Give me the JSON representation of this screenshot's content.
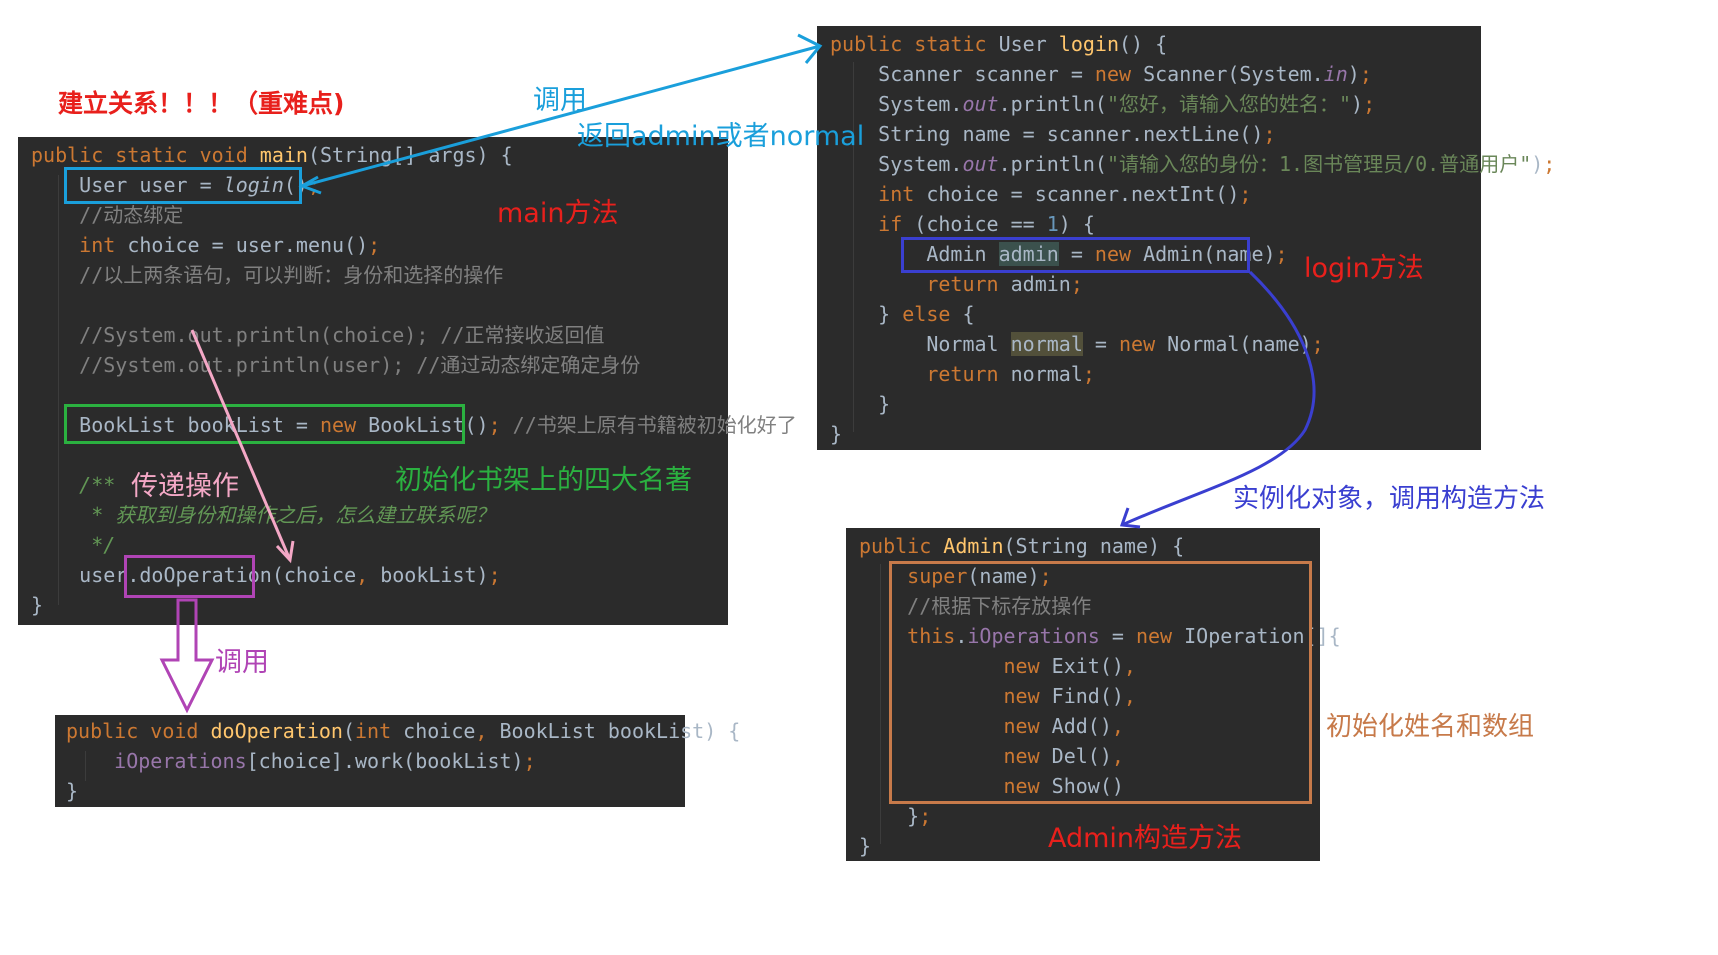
{
  "annotations": {
    "title": "建立关系！！！（重难点)",
    "call_top": "调用",
    "return_text": "返回admin或者normal",
    "main_method": "main方法",
    "init_shelf": "初始化书架上的四大名著",
    "pass_op": "传递操作",
    "call_bottom": "调用",
    "login_method": "login方法",
    "instantiate": "实例化对象，调用构造方法",
    "init_name_array": "初始化姓名和数组",
    "admin_ctor": "Admin构造方法"
  },
  "colors": {
    "editor_bg": "#2b2b2b",
    "red": "#e8201c",
    "cyan": "#1a9fdb",
    "green": "#2bb140",
    "purple": "#b044b5",
    "pink": "#f4a8c6",
    "blue": "#3a3fd0",
    "brown": "#c77a4a"
  },
  "code": {
    "main": [
      {
        "tokens": [
          {
            "t": "public static void ",
            "c": "kw"
          },
          {
            "t": "main",
            "c": "fn"
          },
          {
            "t": "(String[] args) {"
          }
        ]
      },
      {
        "tokens": [
          {
            "t": "    User user = "
          },
          {
            "t": "login",
            "c": "it"
          },
          {
            "t": "()"
          },
          {
            "t": ";",
            "c": "kw"
          }
        ]
      },
      {
        "tokens": [
          {
            "t": "    //动态绑定",
            "c": "cm"
          }
        ]
      },
      {
        "tokens": [
          {
            "t": "    "
          },
          {
            "t": "int ",
            "c": "kw"
          },
          {
            "t": "choice = user.menu()"
          },
          {
            "t": ";",
            "c": "kw"
          }
        ]
      },
      {
        "tokens": [
          {
            "t": "    //以上两条语句，可以判断：身份和选择的操作",
            "c": "cm"
          }
        ]
      },
      {
        "tokens": [
          {
            "t": ""
          }
        ]
      },
      {
        "tokens": [
          {
            "t": "    //System.out.println(choice); //正常接收返回值",
            "c": "cm"
          }
        ]
      },
      {
        "tokens": [
          {
            "t": "    //System.out.println(user); //通过动态绑定确定身份",
            "c": "cm"
          }
        ]
      },
      {
        "tokens": [
          {
            "t": ""
          }
        ]
      },
      {
        "tokens": [
          {
            "t": "    BookList bookList = "
          },
          {
            "t": "new ",
            "c": "kw"
          },
          {
            "t": "BookList()"
          },
          {
            "t": ";",
            "c": "kw"
          },
          {
            "t": " //书架上原有书籍被初始化好了",
            "c": "cm"
          }
        ]
      },
      {
        "tokens": [
          {
            "t": ""
          }
        ]
      },
      {
        "tokens": [
          {
            "t": "    "
          },
          {
            "t": "/**",
            "c": "doc"
          }
        ]
      },
      {
        "tokens": [
          {
            "t": "     * 获取到身份和操作之后，怎么建立联系呢？",
            "c": "doc"
          }
        ]
      },
      {
        "tokens": [
          {
            "t": "     */",
            "c": "doc"
          }
        ]
      },
      {
        "tokens": [
          {
            "t": "    user.doOperation(choice"
          },
          {
            "t": ", ",
            "c": "kw"
          },
          {
            "t": "bookList)"
          },
          {
            "t": ";",
            "c": "kw"
          }
        ]
      },
      {
        "tokens": [
          {
            "t": "}"
          }
        ]
      }
    ],
    "doop": [
      {
        "tokens": [
          {
            "t": "public void ",
            "c": "kw"
          },
          {
            "t": "doOperation",
            "c": "fn"
          },
          {
            "t": "("
          },
          {
            "t": "int ",
            "c": "kw"
          },
          {
            "t": "choice"
          },
          {
            "t": ", ",
            "c": "kw"
          },
          {
            "t": "BookList bookList) {"
          }
        ]
      },
      {
        "tokens": [
          {
            "t": "    "
          },
          {
            "t": "iOperations",
            "c": "fld"
          },
          {
            "t": "[choice].work(bookList)"
          },
          {
            "t": ";",
            "c": "kw"
          }
        ]
      },
      {
        "tokens": [
          {
            "t": "}"
          }
        ]
      }
    ],
    "login": [
      {
        "tokens": [
          {
            "t": "public static ",
            "c": "kw"
          },
          {
            "t": "User "
          },
          {
            "t": "login",
            "c": "fn"
          },
          {
            "t": "() {"
          }
        ]
      },
      {
        "tokens": [
          {
            "t": "    Scanner scanner = "
          },
          {
            "t": "new ",
            "c": "kw"
          },
          {
            "t": "Scanner(System."
          },
          {
            "t": "in",
            "c": "fi"
          },
          {
            "t": ")"
          },
          {
            "t": ";",
            "c": "kw"
          }
        ]
      },
      {
        "tokens": [
          {
            "t": "    System."
          },
          {
            "t": "out",
            "c": "fi"
          },
          {
            "t": ".println("
          },
          {
            "t": "\"您好，请输入您的姓名：\"",
            "c": "str"
          },
          {
            "t": ")"
          },
          {
            "t": ";",
            "c": "kw"
          }
        ]
      },
      {
        "tokens": [
          {
            "t": "    String name = scanner.nextLine()"
          },
          {
            "t": ";",
            "c": "kw"
          }
        ]
      },
      {
        "tokens": [
          {
            "t": "    System."
          },
          {
            "t": "out",
            "c": "fi"
          },
          {
            "t": ".println("
          },
          {
            "t": "\"请输入您的身份：1.图书管理员/0.普通用户\"",
            "c": "str"
          },
          {
            "t": ")"
          },
          {
            "t": ";",
            "c": "kw"
          }
        ]
      },
      {
        "tokens": [
          {
            "t": "    "
          },
          {
            "t": "int ",
            "c": "kw"
          },
          {
            "t": "choice = scanner.nextInt()"
          },
          {
            "t": ";",
            "c": "kw"
          }
        ]
      },
      {
        "tokens": [
          {
            "t": "    "
          },
          {
            "t": "if ",
            "c": "kw"
          },
          {
            "t": "(choice == "
          },
          {
            "t": "1",
            "c": "num"
          },
          {
            "t": ") {"
          }
        ]
      },
      {
        "tokens": [
          {
            "t": "        Admin "
          },
          {
            "t": "admin",
            "c": "hl"
          },
          {
            "t": " = "
          },
          {
            "t": "new ",
            "c": "kw"
          },
          {
            "t": "Admin(name)"
          },
          {
            "t": ";",
            "c": "kw"
          }
        ]
      },
      {
        "tokens": [
          {
            "t": "        "
          },
          {
            "t": "return ",
            "c": "kw"
          },
          {
            "t": "admin"
          },
          {
            "t": ";",
            "c": "kw"
          }
        ]
      },
      {
        "tokens": [
          {
            "t": "    } "
          },
          {
            "t": "else ",
            "c": "kw"
          },
          {
            "t": "{"
          }
        ]
      },
      {
        "tokens": [
          {
            "t": "        Normal "
          },
          {
            "t": "normal",
            "c": "hl2"
          },
          {
            "t": " = "
          },
          {
            "t": "new ",
            "c": "kw"
          },
          {
            "t": "Normal(name)"
          },
          {
            "t": ";",
            "c": "kw"
          }
        ]
      },
      {
        "tokens": [
          {
            "t": "        "
          },
          {
            "t": "return ",
            "c": "kw"
          },
          {
            "t": "normal"
          },
          {
            "t": ";",
            "c": "kw"
          }
        ]
      },
      {
        "tokens": [
          {
            "t": "    }"
          }
        ]
      },
      {
        "tokens": [
          {
            "t": "}"
          }
        ]
      }
    ],
    "admin": [
      {
        "tokens": [
          {
            "t": "public ",
            "c": "kw"
          },
          {
            "t": "Admin",
            "c": "fn"
          },
          {
            "t": "(String name) {"
          }
        ]
      },
      {
        "tokens": [
          {
            "t": "    "
          },
          {
            "t": "super",
            "c": "kw"
          },
          {
            "t": "(name)"
          },
          {
            "t": ";",
            "c": "kw"
          }
        ]
      },
      {
        "tokens": [
          {
            "t": "    //根据下标存放操作",
            "c": "cm"
          }
        ]
      },
      {
        "tokens": [
          {
            "t": "    "
          },
          {
            "t": "this",
            "c": "kw"
          },
          {
            "t": "."
          },
          {
            "t": "iOperations",
            "c": "fld"
          },
          {
            "t": " = "
          },
          {
            "t": "new ",
            "c": "kw"
          },
          {
            "t": "IOperation[]{"
          }
        ]
      },
      {
        "tokens": [
          {
            "t": "            "
          },
          {
            "t": "new ",
            "c": "kw"
          },
          {
            "t": "Exit()"
          },
          {
            "t": ",",
            "c": "kw"
          }
        ]
      },
      {
        "tokens": [
          {
            "t": "            "
          },
          {
            "t": "new ",
            "c": "kw"
          },
          {
            "t": "Find()"
          },
          {
            "t": ",",
            "c": "kw"
          }
        ]
      },
      {
        "tokens": [
          {
            "t": "            "
          },
          {
            "t": "new ",
            "c": "kw"
          },
          {
            "t": "Add()"
          },
          {
            "t": ",",
            "c": "kw"
          }
        ]
      },
      {
        "tokens": [
          {
            "t": "            "
          },
          {
            "t": "new ",
            "c": "kw"
          },
          {
            "t": "Del()"
          },
          {
            "t": ",",
            "c": "kw"
          }
        ]
      },
      {
        "tokens": [
          {
            "t": "            "
          },
          {
            "t": "new ",
            "c": "kw"
          },
          {
            "t": "Show()"
          }
        ]
      },
      {
        "tokens": [
          {
            "t": "    }"
          },
          {
            "t": ";",
            "c": "kw"
          }
        ]
      },
      {
        "tokens": [
          {
            "t": "}"
          }
        ]
      }
    ]
  }
}
